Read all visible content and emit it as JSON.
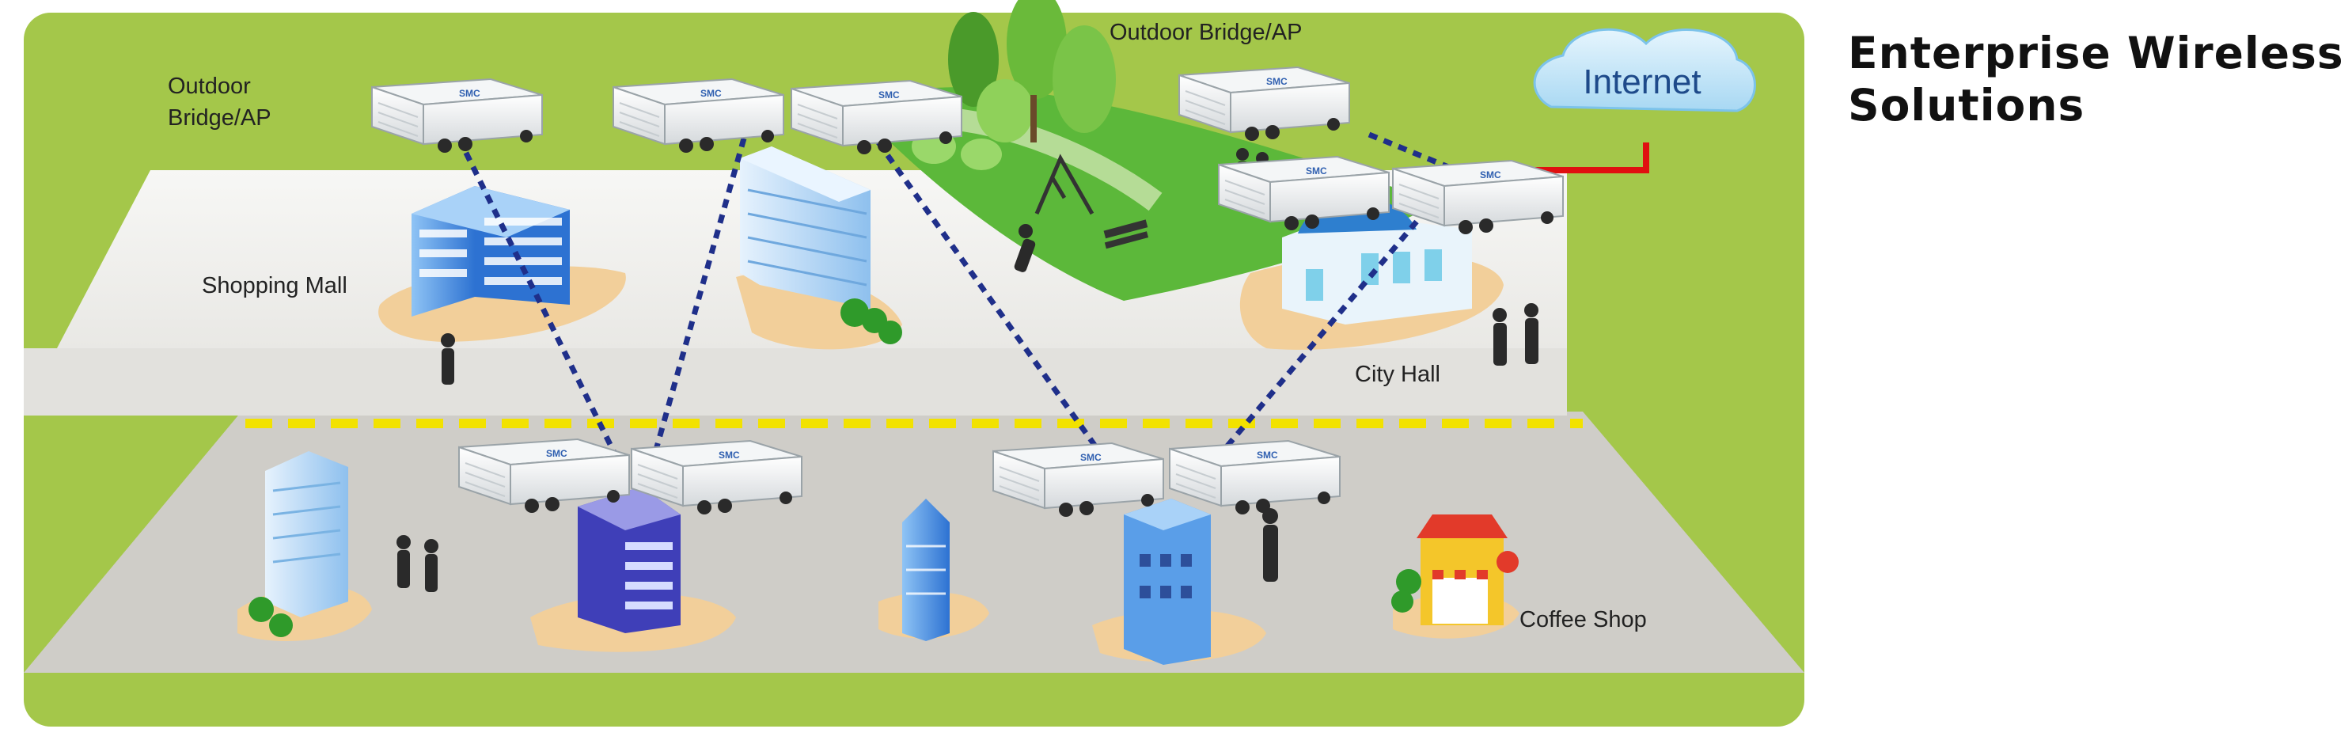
{
  "title": {
    "lines": [
      "Enterprise Wireless",
      "Solutions"
    ]
  },
  "labels": {
    "outdoor_bridge_left": [
      "Outdoor",
      "Bridge/AP"
    ],
    "outdoor_bridge_top": "Outdoor Bridge/AP",
    "internet": "Internet",
    "shopping_mall": "Shopping Mall",
    "city_hall": "City Hall",
    "coffee_shop": "Coffee Shop"
  },
  "device_logo": "SMC",
  "colors": {
    "background": "#a4c74a",
    "road": "#cfcdc8",
    "upper_plaza": "#f4f3f0",
    "lane_marking": "#f2e200",
    "wireless_link": "#1f2f8a",
    "internet_link": "#e01010",
    "cloud": "#bfe3f7",
    "building_blue": "#2d72d2",
    "ground_patch": "#f2cf9a"
  },
  "icons": {
    "device": "outdoor-ap-device",
    "cloud": "internet-cloud-icon",
    "building": "building-icon",
    "tree": "tree-icon",
    "person": "person-icon",
    "shop": "coffee-shop-icon"
  }
}
